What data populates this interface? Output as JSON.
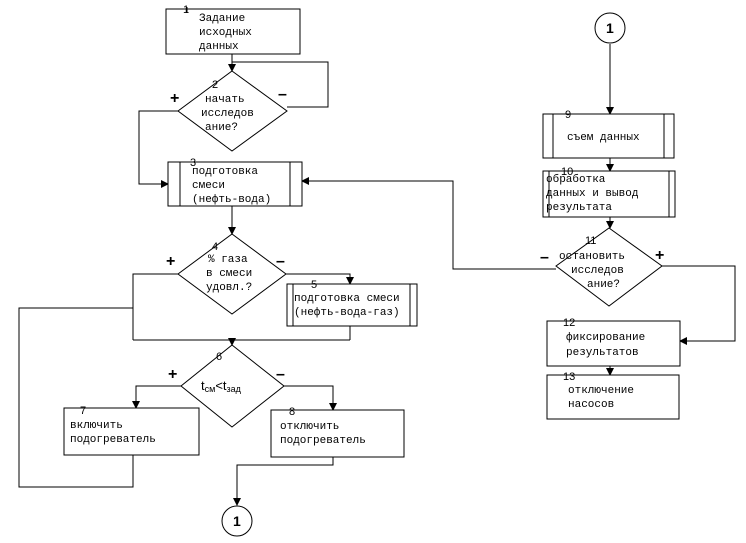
{
  "blocks": {
    "b1": {
      "num": "1",
      "lines": [
        "Задание",
        "исходных",
        "данных"
      ]
    },
    "b2": {
      "num": "2",
      "lines": [
        "начать",
        "исследов",
        "ание?"
      ]
    },
    "b3": {
      "num": "3",
      "lines": [
        "подготовка",
        "смеси",
        "(нефть-вода)"
      ]
    },
    "b4": {
      "num": "4",
      "lines": [
        "% газа",
        "в смеси",
        "удовл.?"
      ]
    },
    "b5": {
      "num": "5",
      "lines": [
        "подготовка смеси",
        "(нефть-вода-газ)"
      ]
    },
    "b6": {
      "num": "6",
      "cond_left": "t",
      "cond_left_sub": "см",
      "cond_op": "<",
      "cond_right": "t",
      "cond_right_sub": "зад"
    },
    "b7": {
      "num": "7",
      "lines": [
        "включить",
        "подогреватель"
      ]
    },
    "b8": {
      "num": "8",
      "lines": [
        "отключить",
        "подогреватель"
      ]
    },
    "b9": {
      "num": "9",
      "lines": [
        "съем данных"
      ]
    },
    "b10": {
      "num": "10",
      "lines": [
        "обработка",
        "данных и вывод",
        "результата"
      ]
    },
    "b11": {
      "num": "11",
      "lines": [
        "остановить",
        "исследов",
        "ание?"
      ]
    },
    "b12": {
      "num": "12",
      "lines": [
        "фиксирование",
        "результатов"
      ]
    },
    "b13": {
      "num": "13",
      "lines": [
        "отключение",
        "насосов"
      ]
    }
  },
  "connectors": {
    "bottom": "1",
    "top": "1"
  },
  "signs": {
    "plus": "+",
    "minus": "–"
  }
}
